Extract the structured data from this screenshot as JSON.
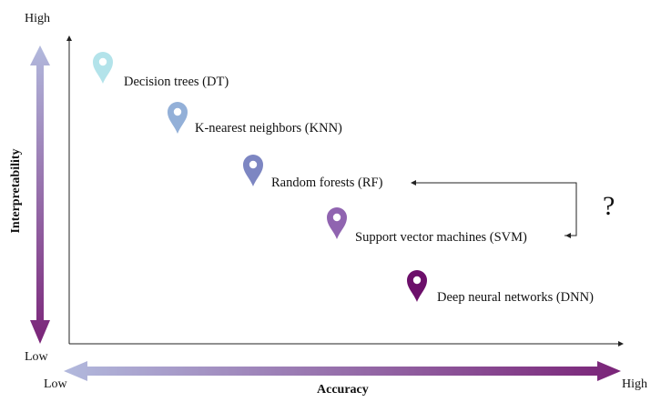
{
  "y_axis": {
    "title": "Interpretability",
    "high": "High",
    "low": "Low"
  },
  "x_axis": {
    "title": "Accuracy",
    "high": "High",
    "low": "Low"
  },
  "models": [
    {
      "label": "Decision trees (DT)",
      "color": "#b3e3ea"
    },
    {
      "label": "K-nearest neighbors (KNN)",
      "color": "#93b0d8"
    },
    {
      "label": "Random forests (RF)",
      "color": "#7d86c2"
    },
    {
      "label": "Support vector machines (SVM)",
      "color": "#9064b0"
    },
    {
      "label": "Deep neural networks (DNN)",
      "color": "#6c0f6a"
    }
  ],
  "question_mark": "?",
  "gradient": {
    "light": "#b2b9dd",
    "dark": "#7a2478"
  }
}
